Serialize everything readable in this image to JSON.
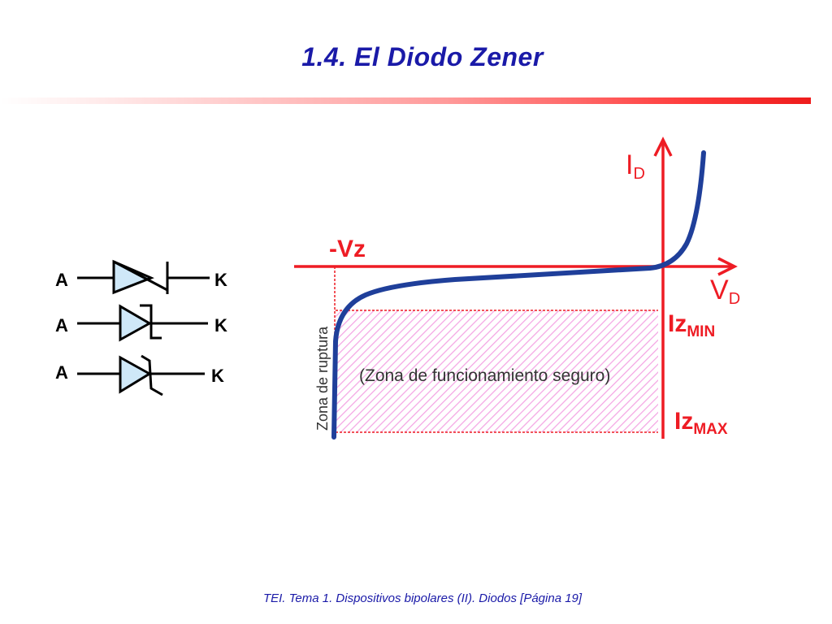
{
  "slide": {
    "title": "1.4. El Diodo Zener",
    "footer": "TEI. Tema 1. Dispositivos bipolares (II). Diodos [Página 19]"
  },
  "symbols": {
    "anode_label": "A",
    "cathode_label": "K"
  },
  "graph": {
    "y_axis": {
      "main": "I",
      "sub": "D"
    },
    "x_axis": {
      "main": "V",
      "sub": "D"
    },
    "vz_label": "-Vz",
    "izmin": {
      "main": "Iz",
      "sub": "MIN"
    },
    "izmax": {
      "main": "Iz",
      "sub": "MAX"
    },
    "breakdown_zone": "Zona de ruptura",
    "safe_zone": "(Zona de funcionamiento seguro)",
    "colors": {
      "axis": "#ee1c24",
      "curve": "#1f3f9a",
      "hatch": "#f4a6e4",
      "title": "#1a1aa8"
    }
  }
}
